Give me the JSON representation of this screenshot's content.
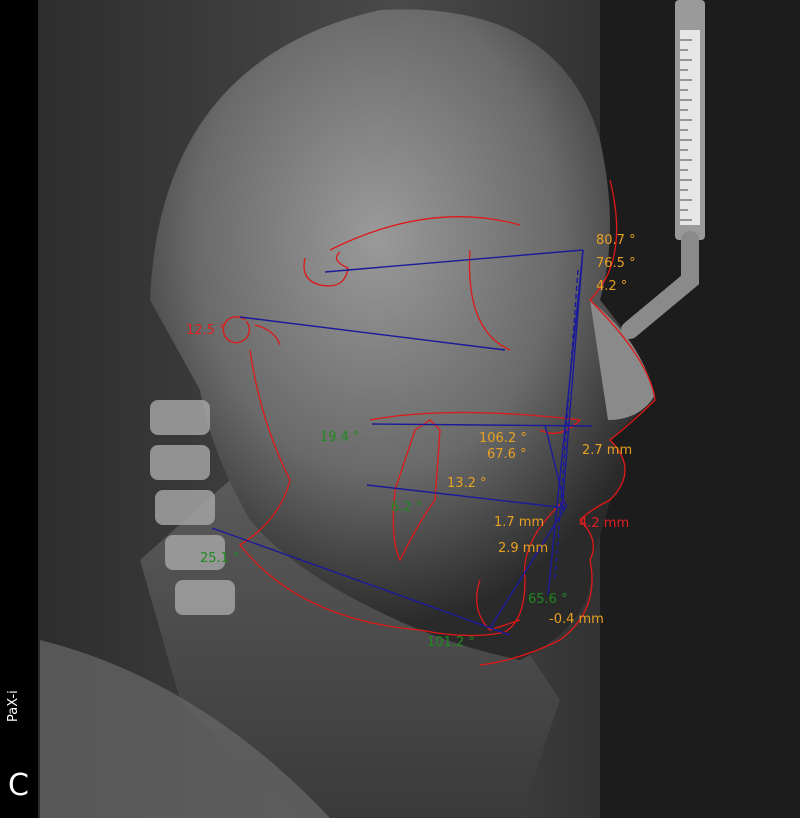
{
  "image": {
    "device_label": "PaX-i",
    "panel_letter": "C",
    "colors": {
      "angle_normal": "#1f8a1f",
      "angle_deviant": "#e8a020",
      "angle_abnormal": "#e02020",
      "reference_lines": "#1a1a9a",
      "tracing": "#e01818"
    },
    "measurements": [
      {
        "text": "80.7 °",
        "color": "orange"
      },
      {
        "text": "76.5 °",
        "color": "orange"
      },
      {
        "text": "4.2 °",
        "color": "orange"
      },
      {
        "text": "12.5 °",
        "color": "red"
      },
      {
        "text": "19.4 °",
        "color": "green"
      },
      {
        "text": "106.2 °",
        "color": "orange"
      },
      {
        "text": "67.6 °",
        "color": "orange"
      },
      {
        "text": "2.7 mm",
        "color": "orange"
      },
      {
        "text": "13.2 °",
        "color": "orange"
      },
      {
        "text": "6.2 °",
        "color": "green"
      },
      {
        "text": "1.7 mm",
        "color": "orange"
      },
      {
        "text": "4.2 mm",
        "color": "red"
      },
      {
        "text": "2.9 mm",
        "color": "orange"
      },
      {
        "text": "25.1 °",
        "color": "green"
      },
      {
        "text": "65.6 °",
        "color": "green"
      },
      {
        "text": "-0.4 mm",
        "color": "orange"
      },
      {
        "text": "101.2 °",
        "color": "green"
      }
    ]
  }
}
